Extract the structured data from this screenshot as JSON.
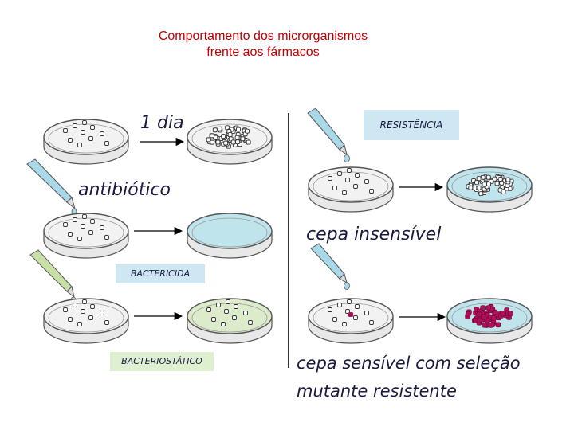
{
  "title": {
    "line1": "Comportamento dos microrganismos",
    "line2": "frente aos fármacos"
  },
  "labels": {
    "one_day": "1 dia",
    "antibiotic": "antibiótico",
    "resistance": "RESISTÊNCIA",
    "insensitive_strain": "cepa insensível",
    "bactericidal": "BACTERICIDA",
    "bacteriostatic": "BACTERIOSTÁTICO",
    "sensitive_strain_line1": "cepa sensível com seleção",
    "sensitive_strain_line2": "mutante resistente"
  },
  "colors": {
    "title": "#c00000",
    "text": "#1a1a40",
    "plate_rim": "#555555",
    "plate_fill": "#f2f2f2",
    "medium_blue": "#bfe4ec",
    "medium_green": "#dcebc9",
    "box_blue": "#cfe6f3",
    "box_green": "#dff0d0",
    "pipette_blue": "#a9d8e8",
    "pipette_green": "#c6e0a6",
    "resistant_colony": "#b0105a"
  }
}
